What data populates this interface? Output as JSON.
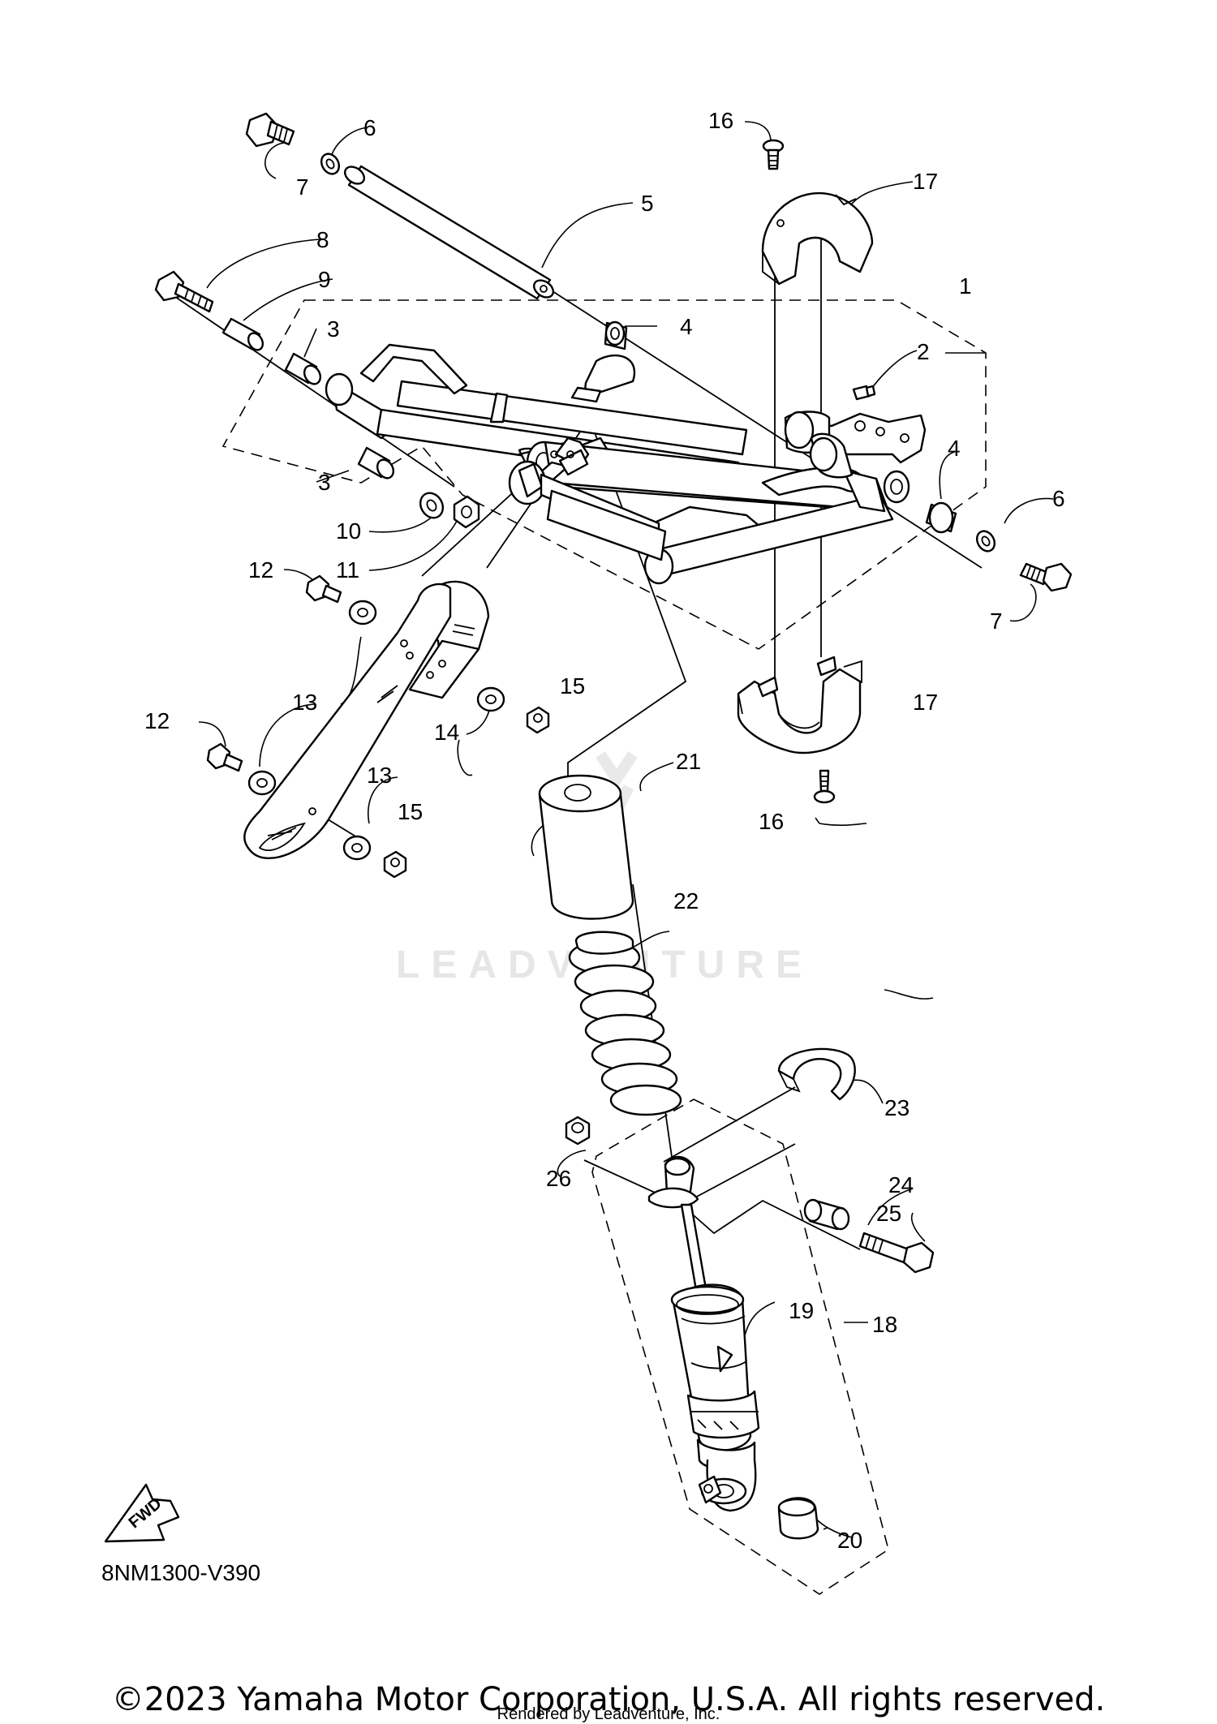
{
  "diagram_code": "8NM1300-V390",
  "fwd_label": "FWD",
  "watermark": "LEADVENTURE",
  "copyright": "©2023 Yamaha Motor Corporation, U.S.A. All rights reserved.",
  "rendered_by": "Rendered by Leadventure, Inc.",
  "callouts": {
    "c1": "1",
    "c2": "2",
    "c3a": "3",
    "c3b": "3",
    "c4a": "4",
    "c4b": "4",
    "c5": "5",
    "c6a": "6",
    "c6b": "6",
    "c7a": "7",
    "c7b": "7",
    "c8": "8",
    "c9": "9",
    "c10": "10",
    "c11": "11",
    "c12a": "12",
    "c12b": "12",
    "c13a": "13",
    "c13b": "13",
    "c14": "14",
    "c15a": "15",
    "c15b": "15",
    "c16a": "16",
    "c16b": "16",
    "c17a": "17",
    "c17b": "17",
    "c18": "18",
    "c19": "19",
    "c20": "20",
    "c21": "21",
    "c22": "22",
    "c23": "23",
    "c24": "24",
    "c25": "25",
    "c26": "26"
  }
}
